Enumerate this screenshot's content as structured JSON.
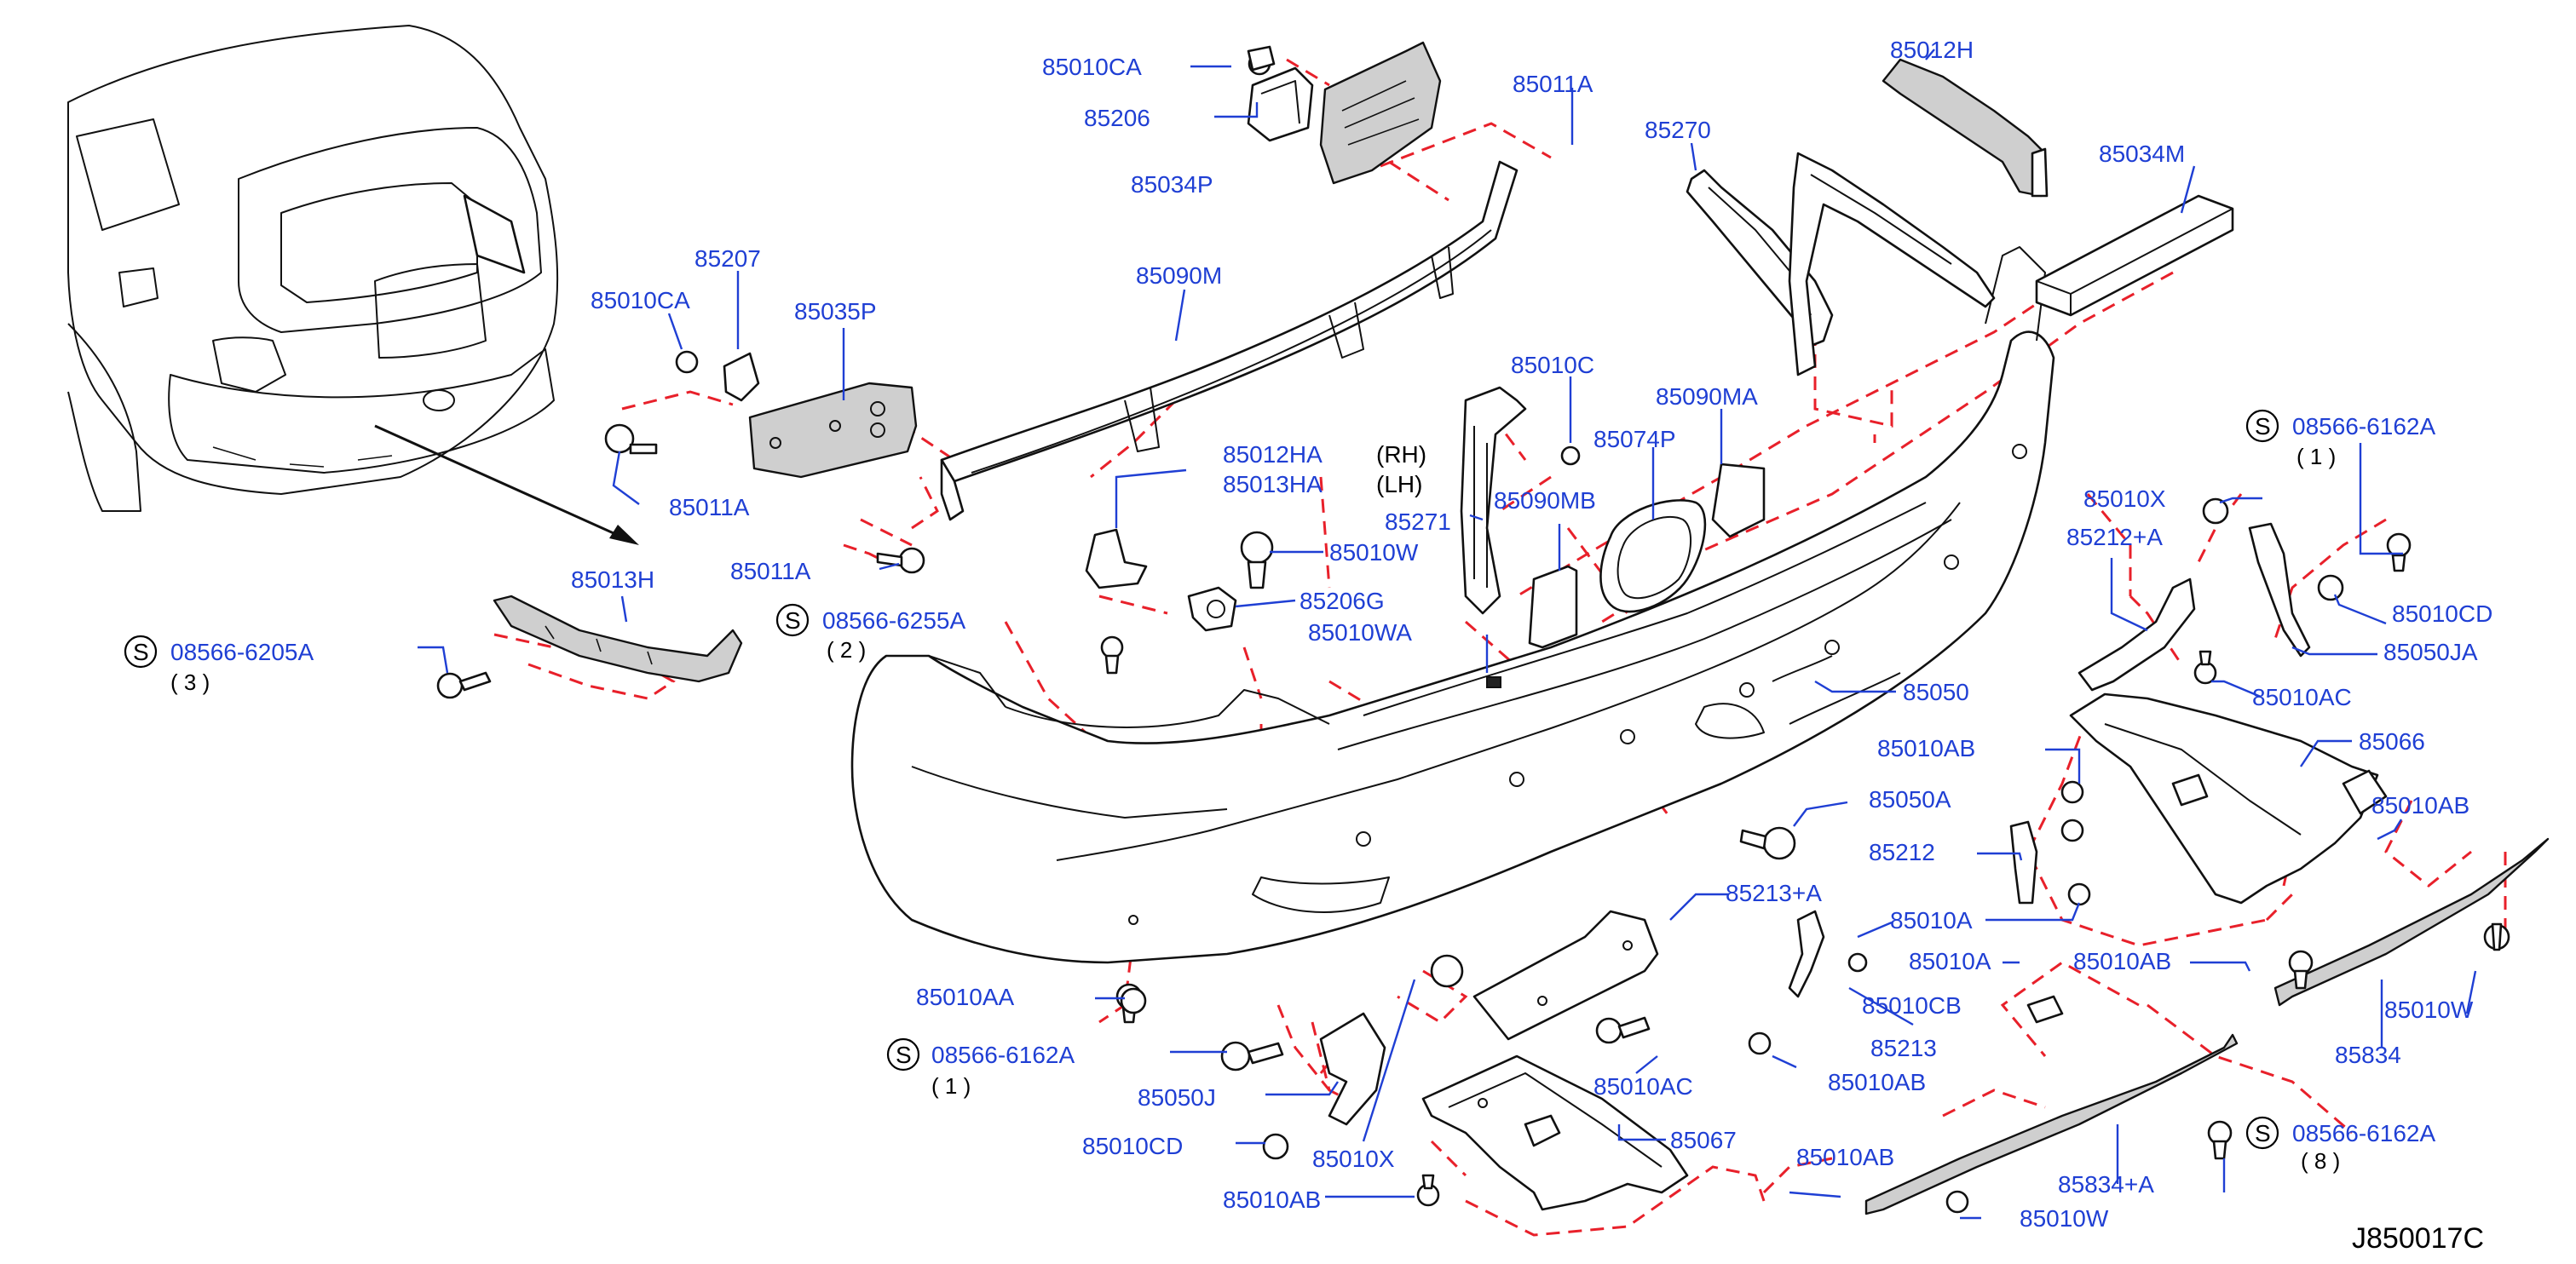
{
  "diagram_code": "J850017C",
  "labels": {
    "l85010CA_top": "85010CA",
    "l85206": "85206",
    "l85034P": "85034P",
    "l85011A_top": "85011A",
    "l85270": "85270",
    "l85012H": "85012H",
    "l85034M": "85034M",
    "l85207": "85207",
    "l85010CA_left": "85010CA",
    "l85035P": "85035P",
    "l85090M": "85090M",
    "l85011A_left": "85011A",
    "l85011A_mid": "85011A",
    "l85012HA": "85012HA",
    "l85013HA": "85013HA",
    "rh": "(RH)",
    "lh": "(LH)",
    "l85271": "85271",
    "l85010C": "85010C",
    "l85090MA": "85090MA",
    "l85074P": "85074P",
    "l85090MB": "85090MB",
    "l85010W_mid": "85010W",
    "l85206G": "85206G",
    "l85010WA": "85010WA",
    "l85013H": "85013H",
    "s08566_6205A": "08566-6205A",
    "q3": "( 3 )",
    "s08566_6255A": "08566-6255A",
    "q2": "( 2 )",
    "l85050": "85050",
    "s08566_6162A_r": "08566-6162A",
    "q1_r": "( 1 )",
    "l85010X_r": "85010X",
    "l85212A": "85212+A",
    "l85010CD_r": "85010CD",
    "l85050JA": "85050JA",
    "l85010AC_r": "85010AC",
    "l85010AB_1": "85010AB",
    "l85066": "85066",
    "l85050A": "85050A",
    "l85010AB_2": "85010AB",
    "l85212": "85212",
    "l85010A_1": "85010A",
    "l85213A": "85213+A",
    "l85010A_2": "85010A",
    "l85010AB_3": "85010AB",
    "l85010W_r": "85010W",
    "l85010AA": "85010AA",
    "l85010CB": "85010CB",
    "l85213": "85213",
    "l85834": "85834",
    "s08566_6162A_l": "08566-6162A",
    "q1_l": "( 1 )",
    "l85010AC_b": "85010AC",
    "l85010AB_4": "85010AB",
    "l85050J": "85050J",
    "l85010CD_b": "85010CD",
    "l85010X_b": "85010X",
    "l85067": "85067",
    "l85010AB_5": "85010AB",
    "l85010AB_6": "85010AB",
    "s08566_6162A_b": "08566-6162A",
    "q8": "( 8 )",
    "l85834A": "85834+A",
    "l85010W_b": "85010W",
    "s_mark": "S"
  }
}
